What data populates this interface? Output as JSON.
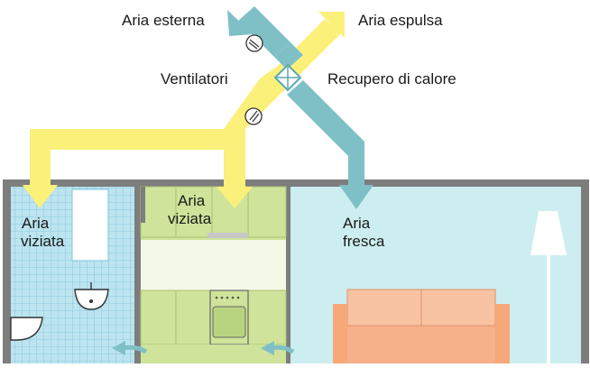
{
  "labels": {
    "outside_air": "Aria esterna",
    "exhaust_air": "Aria espulsa",
    "fans": "Ventilatori",
    "heat_recovery": "Recupero di calore",
    "stale_air_bathroom_1": "Aria",
    "stale_air_bathroom_2": "viziata",
    "stale_air_kitchen_1": "Aria",
    "stale_air_kitchen_2": "viziata",
    "fresh_air_1": "Aria",
    "fresh_air_2": "fresca"
  },
  "colors": {
    "stale_air_duct": "#fbf07a",
    "fresh_air_duct": "#7fc0c6",
    "bathroom_tiles": "#bde4ef",
    "kitchen": "#cfe39a",
    "living_room": "#cdeef0",
    "sofa": "#f6b08a",
    "walls": "#7d7d7d"
  },
  "icons": [
    "fan-icon",
    "heat-exchanger-icon",
    "airflow-arrow-icon",
    "floor-lamp-icon",
    "sofa-icon",
    "stove-icon",
    "sink-icon"
  ]
}
